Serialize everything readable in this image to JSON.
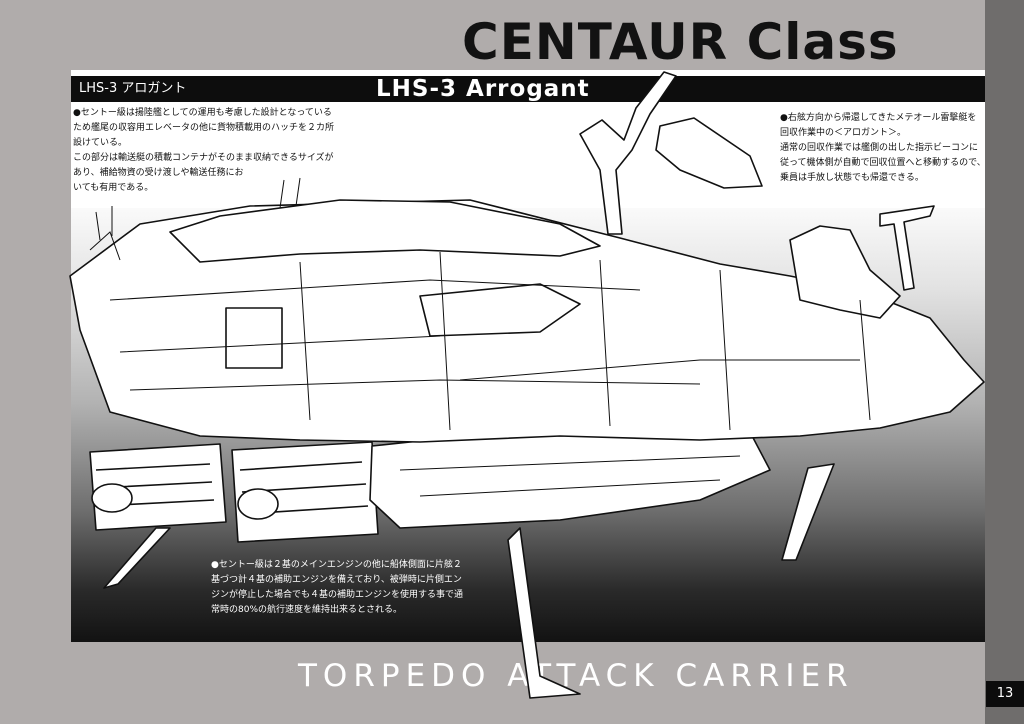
{
  "header": {
    "title": "CENTAUR Class"
  },
  "title_bar": {
    "japanese": "LHS-3 アロガント",
    "english": "LHS-3 Arrogant"
  },
  "notes": {
    "top_left": [
      "●セントー級は揚陸艦としての運用も考慮した設計となっている",
      "ため艦尾の収容用エレベータの他に貨物積載用のハッチを２カ所",
      "設けている。",
      "この部分は輸送艇の積載コンテナがそのまま収納できるサイズが",
      "あり、補給物資の受け渡しや輸送任務にお",
      "いても有用である。"
    ],
    "top_right": [
      "●右舷方向から帰還してきたメテオール雷撃艇を",
      "回収作業中の＜アロガント＞。",
      "通常の回収作業では艦側の出した指示ビーコンに",
      "従って機体側が自動で回収位置へと移動するので、",
      "乗員は手放し状態でも帰還できる。"
    ],
    "bottom": [
      "●セントー級は２基のメインエンジンの他に船体側面に片舷２",
      "基づつ計４基の補助エンジンを備えており、被弾時に片側エン",
      "ジンが停止した場合でも４基の補助エンジンを使用する事で通",
      "常時の80%の航行速度を維持出来るとされる。"
    ]
  },
  "footer": {
    "title": "TORPEDO ATTACK CARRIER"
  },
  "page_number": "13",
  "colors": {
    "page_background": "#b0acab",
    "right_strip": "#6f6d6c",
    "ink": "#0d0d0d",
    "paper": "#ffffff"
  }
}
